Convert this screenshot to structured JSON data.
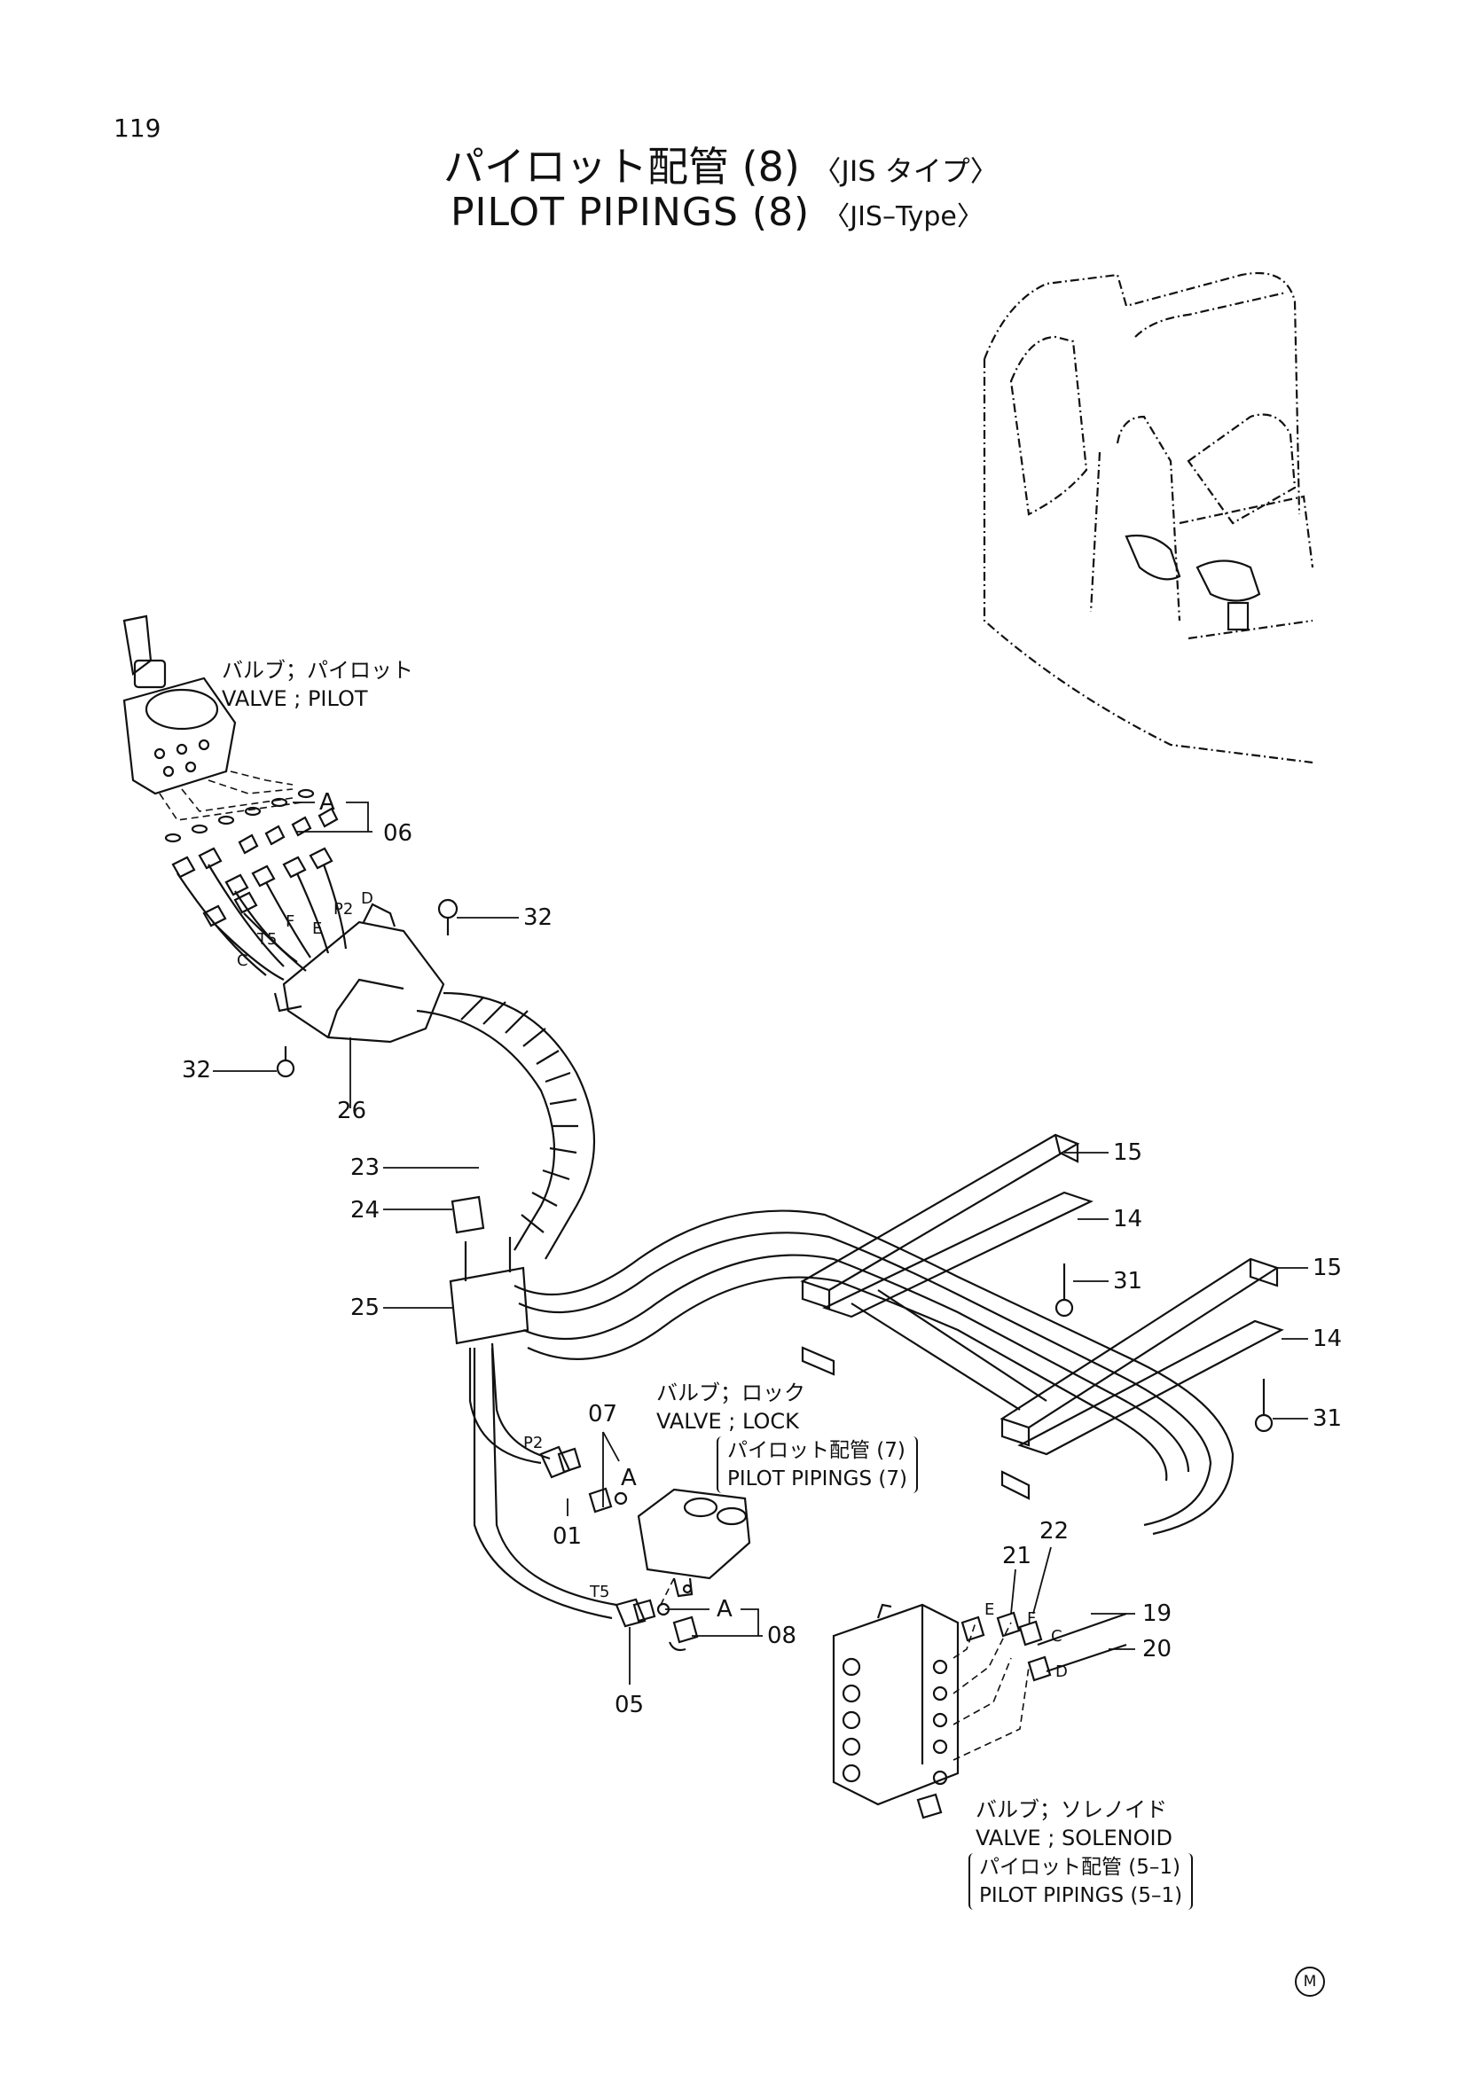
{
  "page_number": "119",
  "title": {
    "jp": "パイロット配管 (8)",
    "jp_sub": "〈JIS タイプ〉",
    "en": "PILOT  PIPINGS  (8)",
    "en_sub": "〈JIS–Type〉"
  },
  "components": {
    "pilot_valve": {
      "jp": "バルブ；パイロット",
      "en": "VALVE ; PILOT"
    },
    "lock_valve": {
      "jp": "バルブ；ロック",
      "en": "VALVE ; LOCK",
      "ref_jp": "パイロット配管 (7)",
      "ref_en": "PILOT  PIPINGS (7)"
    },
    "solenoid_valve": {
      "jp": "バルブ；ソレノイド",
      "en": "VALVE ; SOLENOID",
      "ref_jp": "パイロット配管 (5–1)",
      "ref_en": "PILOT  PIPINGS (5–1)"
    }
  },
  "part_numbers": {
    "p01": "01",
    "p05": "05",
    "p06": "06",
    "p07": "07",
    "p08": "08",
    "p14a": "14",
    "p14b": "14",
    "p15a": "15",
    "p15b": "15",
    "p19": "19",
    "p20": "20",
    "p21": "21",
    "p22": "22",
    "p23": "23",
    "p24": "24",
    "p25": "25",
    "p26": "26",
    "p31a": "31",
    "p31b": "31",
    "p32a": "32",
    "p32b": "32"
  },
  "port_letters": {
    "a1": "A",
    "a2": "A",
    "a3": "A",
    "d_top": "D",
    "p2_top": "P2",
    "e_top": "E",
    "f_top": "F",
    "t5_top": "T5",
    "c_top": "C",
    "p2_mid": "P2",
    "t5_mid": "T5",
    "e_bot": "E",
    "f_bot": "F",
    "c_bot": "C",
    "d_bot": "D"
  },
  "mark": "M"
}
